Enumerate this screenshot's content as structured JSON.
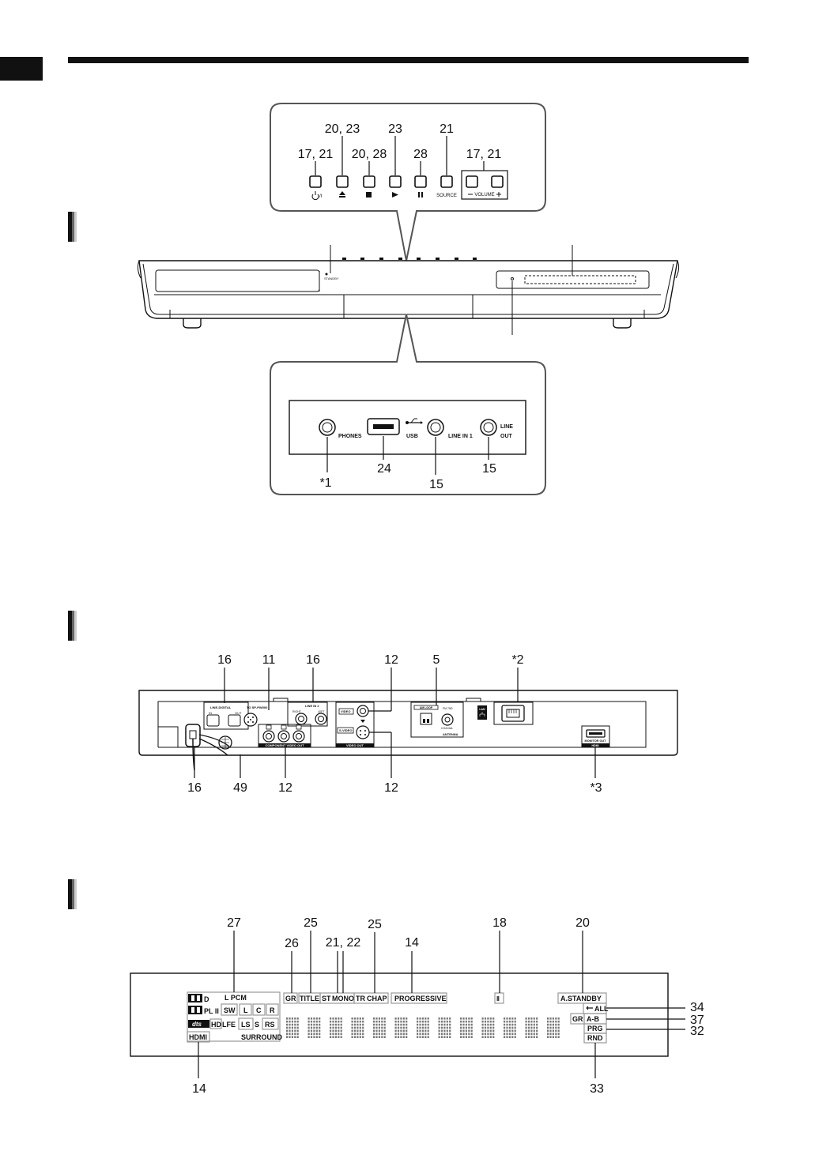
{
  "front_buttons": {
    "row1": [
      "20, 23",
      "23",
      "21"
    ],
    "row2": [
      "17, 21",
      "20, 28",
      "28",
      "17, 21"
    ],
    "labels": [
      "SOURCE",
      "VOLUME"
    ]
  },
  "front_jacks": {
    "labels": [
      "PHONES",
      "USB",
      "LINE IN 1",
      "LINE",
      "OUT"
    ],
    "numbers": [
      "*1",
      "24",
      "15",
      "15"
    ]
  },
  "front_unit": {
    "standby_label": "STANDBY"
  },
  "rear_panel": {
    "top_numbers": [
      "16",
      "11",
      "16",
      "12",
      "5",
      "*2"
    ],
    "bottom_numbers": [
      "16",
      "49",
      "12",
      "12",
      "*3"
    ],
    "labels": [
      "LINE-DIGITAL",
      "IN",
      "OUT",
      "TO SP-PW000",
      "LINE IN 2",
      "RIGHT",
      "LEFT",
      "COMPONENT VIDEO OUT",
      "VIDEO",
      "S-VIDEO",
      "VIDEO OUT",
      "AM LOOP",
      "FM 75Ω",
      "COAXIAL",
      "ANTENNA",
      "LAN",
      "MONITOR OUT",
      "HDMI"
    ]
  },
  "display": {
    "top_numbers": [
      "27",
      "25",
      "25",
      "18",
      "20"
    ],
    "mid_numbers": [
      "26",
      "21, 22",
      "14"
    ],
    "right_numbers": [
      "34",
      "37",
      "32"
    ],
    "bottom_numbers": [
      "14",
      "33"
    ],
    "indicators": [
      "D",
      "L PCM",
      "PL II",
      "SW",
      "L",
      "C",
      "R",
      "HD",
      "LFE",
      "LS",
      "S",
      "RS",
      "HDMI",
      "SURROUND",
      "GR",
      "TITLE",
      "ST",
      "MONO",
      "TR",
      "CHAP",
      "PROGRESSIVE",
      "A.STANDBY",
      "ALL",
      "GR",
      "A-B",
      "PRG",
      "RND"
    ]
  }
}
